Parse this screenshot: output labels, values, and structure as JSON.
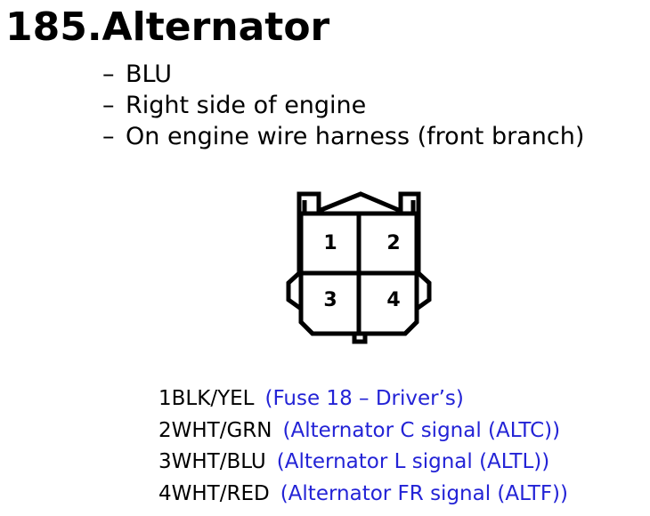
{
  "title": "185.Alternator",
  "notes": [
    {
      "dash": "–",
      "text": "BLU"
    },
    {
      "dash": "–",
      "text": "Right side of engine"
    },
    {
      "dash": "–",
      "text": "On engine wire harness (front branch)"
    }
  ],
  "connector": {
    "pin_labels": [
      "1",
      "2",
      "3",
      "4"
    ]
  },
  "colors": {
    "text": "#000000",
    "description": "#2323d6",
    "line": "#000000"
  },
  "pins": [
    {
      "number": "1",
      "wire": "BLK/YEL",
      "description": "(Fuse 18 – Driver’s)"
    },
    {
      "number": "2",
      "wire": "WHT/GRN",
      "description": "(Alternator C signal (ALTC))"
    },
    {
      "number": "3",
      "wire": "WHT/BLU",
      "description": "(Alternator L signal (ALTL))"
    },
    {
      "number": "4",
      "wire": "WHT/RED",
      "description": "(Alternator FR signal (ALTF))"
    }
  ]
}
